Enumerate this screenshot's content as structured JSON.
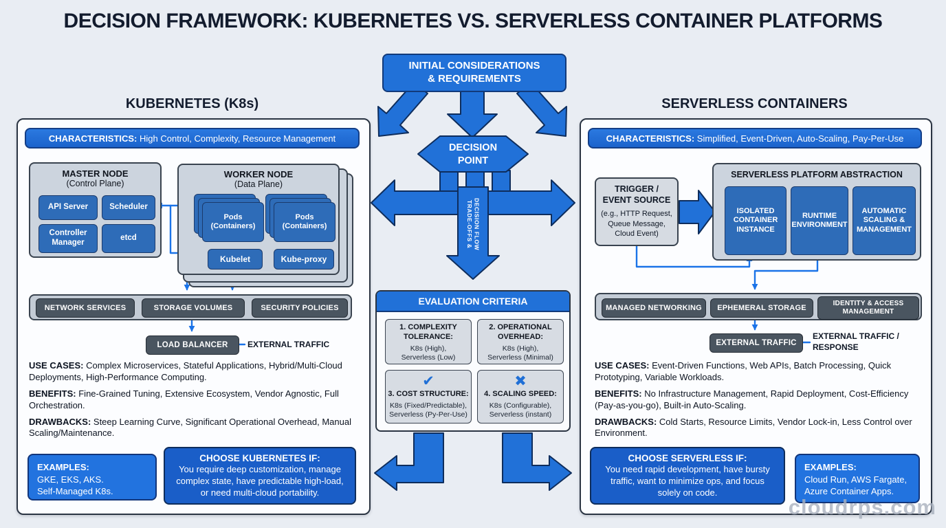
{
  "title": "DECISION FRAMEWORK: KUBERNETES VS. SERVERLESS CONTAINER PLATFORMS",
  "watermark": "cloudrps.com",
  "colors": {
    "primary_blue": "#2171d8",
    "component_blue": "#2e6cb8",
    "dark_slate": "#4a5560",
    "node_gray": "#ccd4de",
    "panel_white": "#fcfdff",
    "background": "#e9edf3",
    "connector_blue": "#1a73e8"
  },
  "center": {
    "initial_box": {
      "line1": "INITIAL CONSIDERATIONS",
      "line2": "& REQUIREMENTS"
    },
    "decision_point": {
      "line1": "DECISION",
      "line2": "POINT"
    },
    "flow_label": {
      "line1": "TRADE-OFFS &",
      "line2": "DECISION FLOW"
    },
    "evaluation": {
      "header": "EVALUATION CRITERIA",
      "criteria": [
        {
          "icon": "",
          "title": "1. COMPLEXITY\nTOLERANCE:",
          "detail": "K8s (High),\nServerless (Low)"
        },
        {
          "icon": "",
          "title": "2. OPERATIONAL\nOVERHEAD:",
          "detail": "K8s (High),\nServerless (Minimal)"
        },
        {
          "icon": "✔",
          "title": "3. COST STRUCTURE:",
          "detail": "K8s (Fixed/Predictable),\nServerless (Py-Per-Use)"
        },
        {
          "icon": "✖",
          "title": "4. SCALING SPEED:",
          "detail": "K8s (Configurable),\nServerless (instant)"
        }
      ]
    }
  },
  "kubernetes": {
    "section_title": "KUBERNETES (K8s)",
    "characteristics_label": "CHARACTERISTICS:",
    "characteristics_text": " High Control, Complexity, Resource Management",
    "master_node": {
      "title": "MASTER NODE",
      "subtitle": "(Control Plane)",
      "components": [
        "API Server",
        "Scheduler",
        "Controller Manager",
        "etcd"
      ]
    },
    "worker_node": {
      "title": "WORKER NODE",
      "subtitle": "(Data Plane)",
      "pods_label": "Pods\n(Containers)",
      "kubelet": "Kubelet",
      "kube_proxy": "Kube-proxy"
    },
    "services": [
      "NETWORK SERVICES",
      "STORAGE VOLUMES",
      "SECURITY POLICIES"
    ],
    "load_balancer": "LOAD BALANCER",
    "external_traffic_label": "EXTERNAL TRAFFIC",
    "use_cases": {
      "label": "USE CASES:",
      "text": " Complex Microservices, Stateful Applications, Hybrid/Multi-Cloud Deployments, High-Performance Computing."
    },
    "benefits": {
      "label": "BENEFITS:",
      "text": " Fine-Grained Tuning, Extensive Ecosystem, Vendor Agnostic, Full Orchestration."
    },
    "drawbacks": {
      "label": "DRAWBACKS:",
      "text": " Steep Learning Curve, Significant Operational Overhead, Manual Scaling/Maintenance."
    },
    "examples": {
      "label": "EXAMPLES:",
      "lines": "GKE, EKS, AKS.\nSelf-Managed K8s."
    },
    "choose": {
      "title": "CHOOSE KUBERNETES IF:",
      "text": "You require deep customization, manage complex state, have predictable high-load, or need multi-cloud portability."
    }
  },
  "serverless": {
    "section_title": "SERVERLESS CONTAINERS",
    "characteristics_label": "CHARACTERISTICS:",
    "characteristics_text": " Simplified, Event-Driven, Auto-Scaling, Pay-Per-Use",
    "trigger": {
      "title": "TRIGGER /\nEVENT SOURCE",
      "detail": "(e.g., HTTP Request,\nQueue Message,\nCloud Event)"
    },
    "platform": {
      "title": "SERVERLESS PLATFORM ABSTRACTION",
      "components": [
        "ISOLATED\nCONTAINER\nINSTANCE",
        "RUNTIME\nENVIRONMENT",
        "AUTOMATIC\nSCALING &\nMANAGEMENT"
      ]
    },
    "services": [
      "MANAGED NETWORKING",
      "EPHEMERAL STORAGE",
      "IDENTITY & ACCESS\nMANAGEMENT"
    ],
    "external_traffic_box": "EXTERNAL TRAFFIC",
    "external_traffic_label": "EXTERNAL TRAFFIC /\nRESPONSE",
    "use_cases": {
      "label": "USE CASES:",
      "text": " Event-Driven Functions, Web APIs, Batch Processing, Quick Prototyping, Variable Workloads."
    },
    "benefits": {
      "label": "BENEFITS:",
      "text": " No Infrastructure Management, Rapid Deployment, Cost-Efficiency (Pay-as-you-go), Built-in Auto-Scaling."
    },
    "drawbacks": {
      "label": "DRAWBACKS:",
      "text": " Cold Starts, Resource Limits, Vendor Lock-in, Less Control over Environment."
    },
    "choose": {
      "title": "CHOOSE SERVERLESS IF:",
      "text": "You need rapid development, have bursty traffic, want to minimize ops, and focus solely on code."
    },
    "examples": {
      "label": "EXAMPLES:",
      "lines": "Cloud Run, AWS Fargate,\nAzure Container Apps."
    }
  }
}
